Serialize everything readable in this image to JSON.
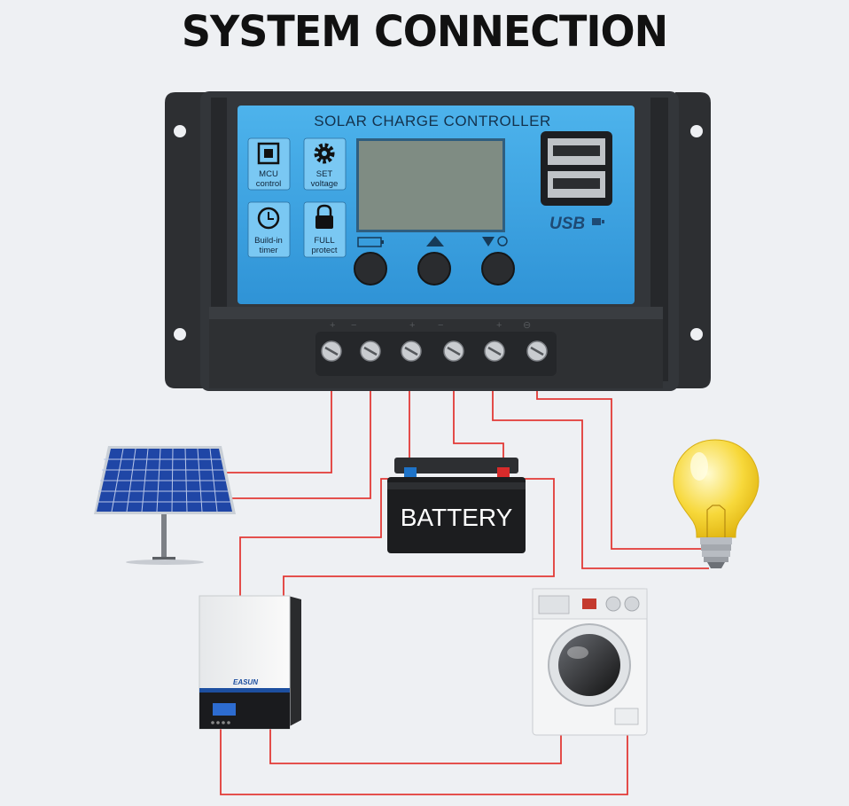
{
  "title": "SYSTEM CONNECTION",
  "controller": {
    "panel_title": "SOLAR CHARGE CONTROLLER",
    "features": [
      {
        "icon": "chip-icon",
        "line1": "MCU",
        "line2": "control"
      },
      {
        "icon": "gear-icon",
        "line1": "SET",
        "line2": "voltage"
      },
      {
        "icon": "clock-icon",
        "line1": "Build-in",
        "line2": "timer"
      },
      {
        "icon": "lock-icon",
        "line1": "FULL",
        "line2": "protect"
      }
    ],
    "usb_label": "USB",
    "button_icons": [
      "battery-icon",
      "up-arrow-icon",
      "down-arrow-icon"
    ]
  },
  "battery_label": "BATTERY",
  "inverter_brand": "EASUN",
  "components": [
    "solar-panel",
    "battery",
    "light-bulb",
    "inverter",
    "washing-machine"
  ],
  "colors": {
    "wire": "#e23a36",
    "controller_face": "#3fa6e3",
    "controller_body": "#2f3134",
    "lcd": "#7e8b82",
    "background": "#eef0f3"
  }
}
